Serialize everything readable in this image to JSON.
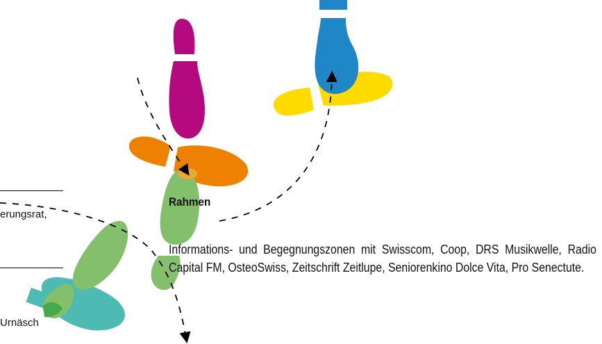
{
  "colors": {
    "magenta": "#B5097F",
    "orange": "#EE8100",
    "green": "#84C06B",
    "green_dark": "#46A94A",
    "teal": "#4DBAB4",
    "yellow": "#FFDB00",
    "blue": "#1F86C8",
    "arrow": "#000000"
  },
  "left_column": {
    "fragment_1": "erungsrat,",
    "fragment_2": "Urnäsch"
  },
  "section": {
    "heading": "Rahmen",
    "body": "Informations- und Begegnungszonen mit Swisscom, Coop, DRS Musikwelle, Radio Capital FM, OsteoSwiss, Zeitschrift Zeitlupe, Seniorenkino Dolce Vita, Pro Senectute."
  },
  "illustration": {
    "icons": [
      "shoe-print-magenta",
      "shoe-print-orange",
      "shoe-print-green",
      "shoe-print-green-small",
      "shoe-print-teal",
      "shoe-print-yellow",
      "shoe-print-blue"
    ]
  }
}
